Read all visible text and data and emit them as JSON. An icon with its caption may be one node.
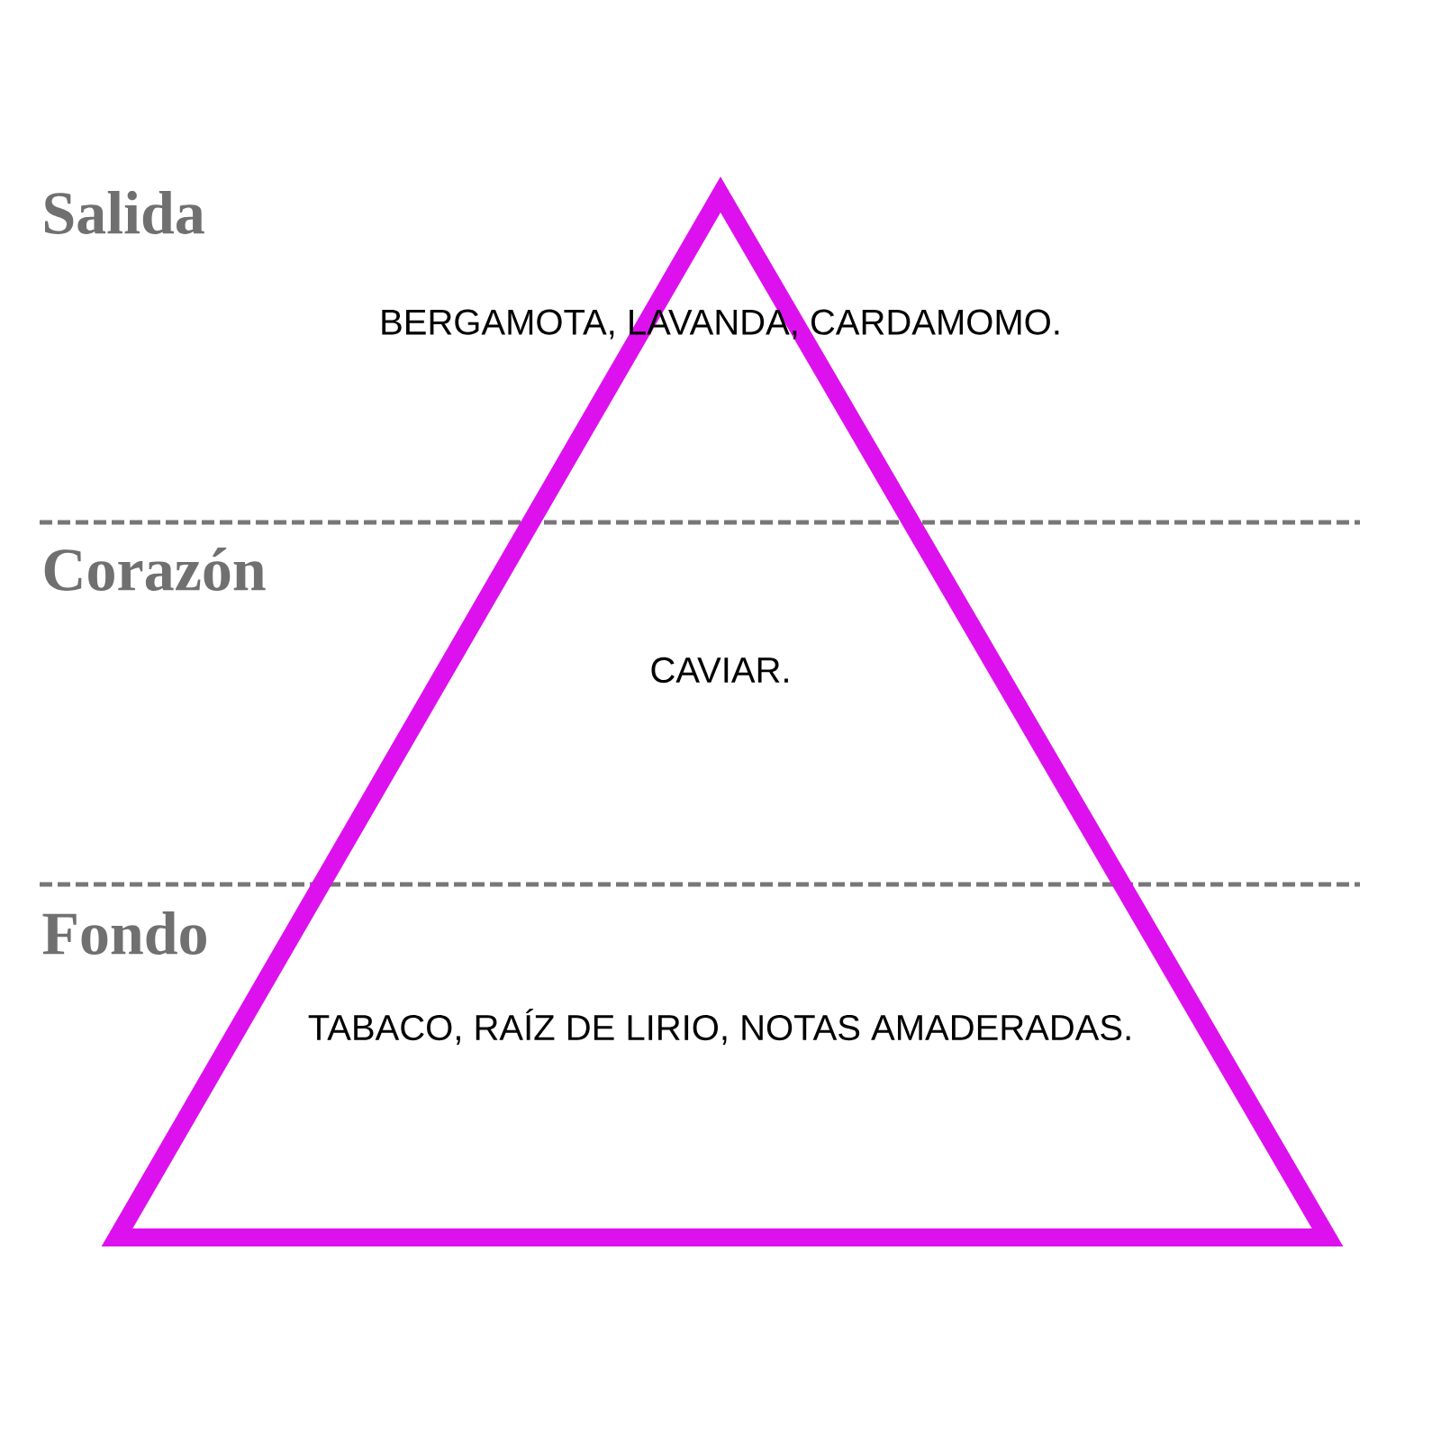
{
  "diagram": {
    "labels": [
      "Salida",
      "BERGAMOTA, LAVANDA, CARDAMOMO.",
      "Corazón",
      "CAVIAR.",
      "Fondo",
      "TABACO, RAÍZ DE LIRIO, NOTAS AMADERADAS."
    ]
  }
}
